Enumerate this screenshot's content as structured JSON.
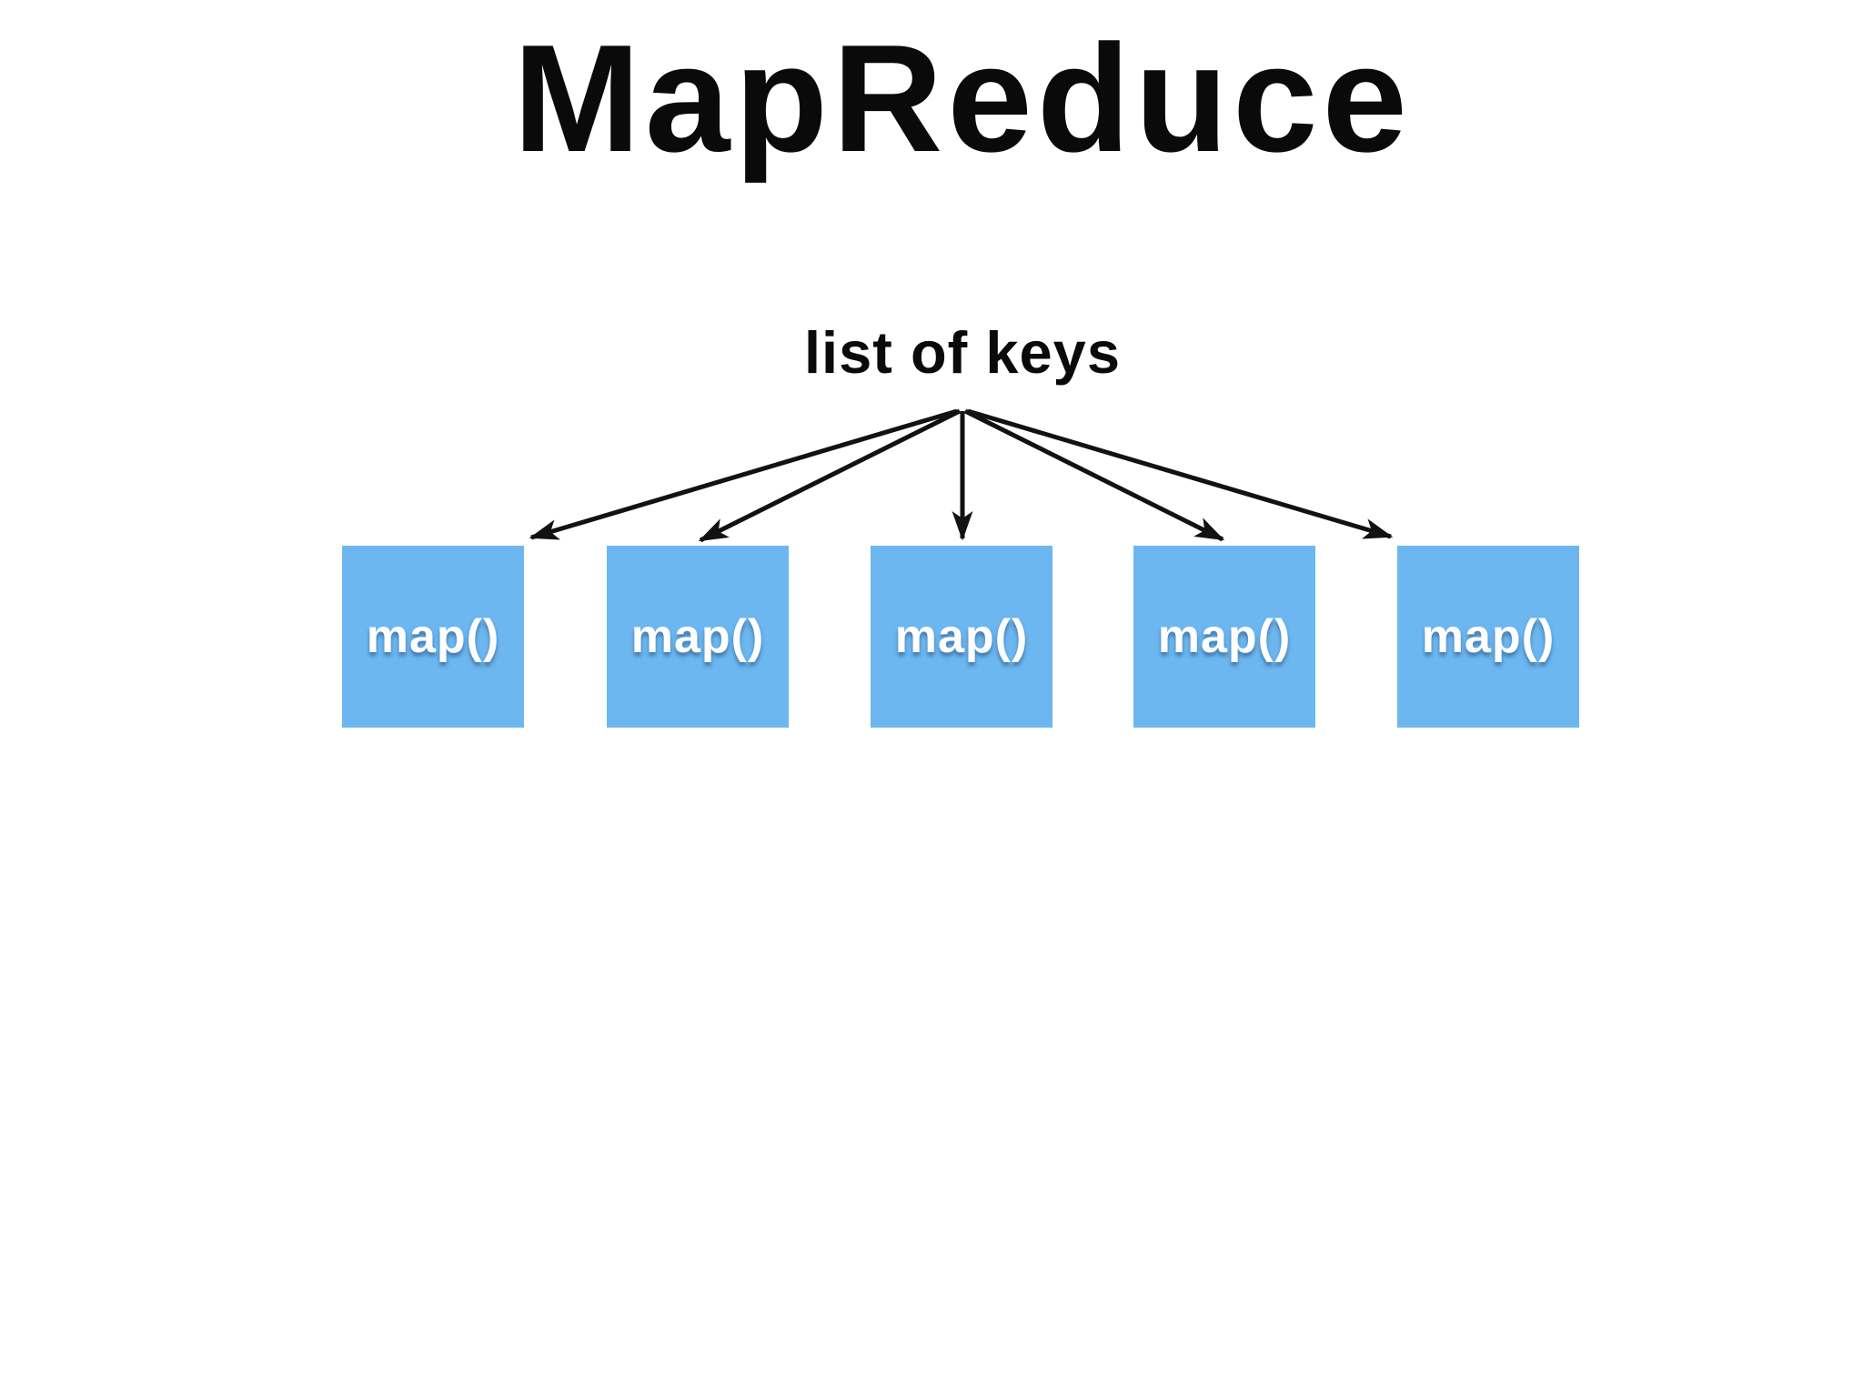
{
  "title": "MapReduce",
  "diagram": {
    "source_label": "list of keys",
    "nodes": [
      "map()",
      "map()",
      "map()",
      "map()",
      "map()"
    ]
  },
  "colors": {
    "background": "#ffffff",
    "title_text": "#0a0a0a",
    "label_text": "#0a0a0a",
    "arrow": "#121212",
    "node_fill": "#6cb7f0",
    "node_text": "#ffffff"
  }
}
